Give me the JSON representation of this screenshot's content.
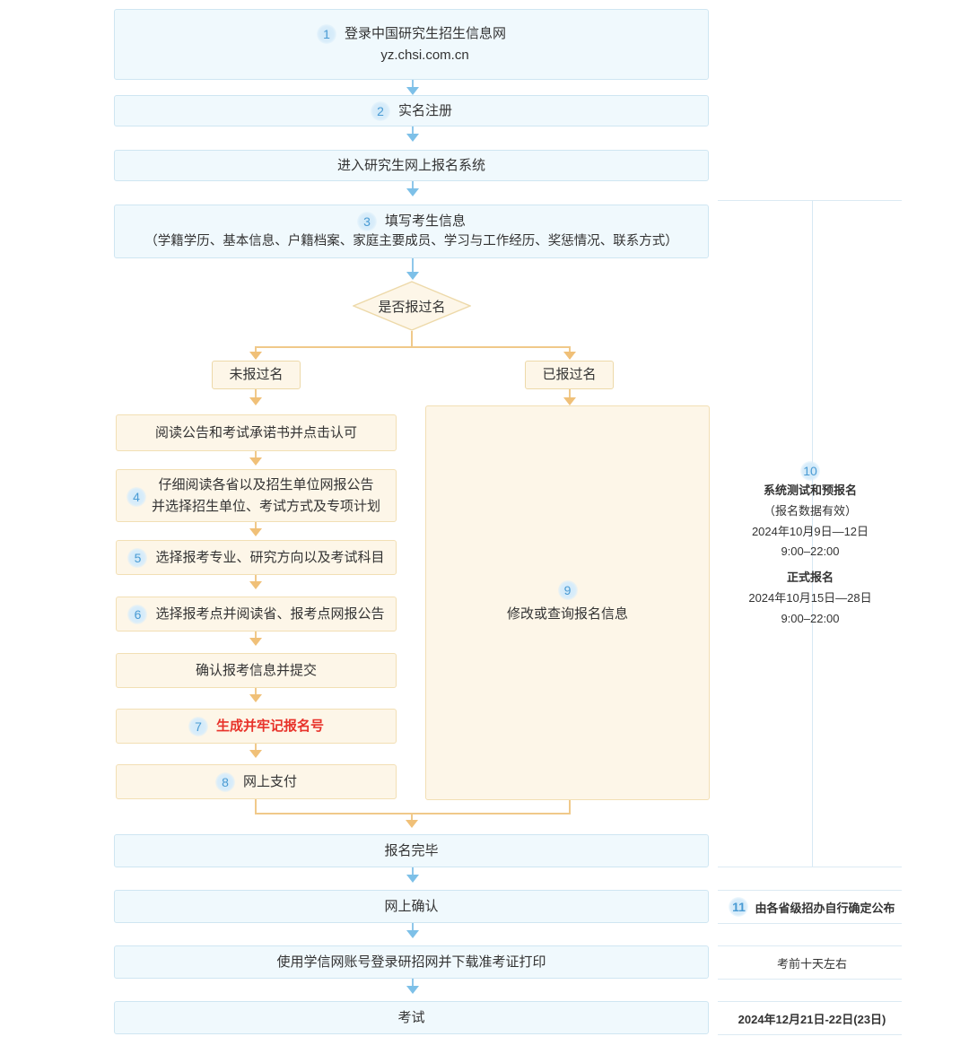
{
  "flow": {
    "main_steps": [
      {
        "num": "1",
        "lines": [
          "登录中国研究生招生信息网",
          "yz.chsi.com.cn"
        ]
      },
      {
        "num": "2",
        "lines": [
          "实名注册"
        ]
      },
      {
        "num": "",
        "lines": [
          "进入研究生网上报名系统"
        ]
      },
      {
        "num": "3",
        "lines": [
          "填写考生信息",
          "（学籍学历、基本信息、户籍档案、家庭主要成员、学习与工作经历、奖惩情况、联系方式）"
        ]
      }
    ],
    "decision": {
      "label": "是否报过名"
    },
    "branches": {
      "left_label": "未报过名",
      "right_label": "已报过名"
    },
    "left_steps": [
      {
        "num": "",
        "lines": [
          "阅读公告和考试承诺书并点击认可"
        ],
        "red": false
      },
      {
        "num": "4",
        "lines": [
          "仔细阅读各省以及招生单位网报公告",
          "并选择招生单位、考试方式及专项计划"
        ],
        "red": false
      },
      {
        "num": "5",
        "lines": [
          "选择报考专业、研究方向以及考试科目"
        ],
        "red": false
      },
      {
        "num": "6",
        "lines": [
          "选择报考点并阅读省、报考点网报公告"
        ],
        "red": false
      },
      {
        "num": "",
        "lines": [
          "确认报考信息并提交"
        ],
        "red": false
      },
      {
        "num": "7",
        "lines": [
          "生成并牢记报名号"
        ],
        "red": true
      },
      {
        "num": "8",
        "lines": [
          "网上支付"
        ],
        "red": false
      }
    ],
    "right_step": {
      "num": "9",
      "lines": [
        "修改或查询报名信息"
      ]
    },
    "tail_steps": [
      {
        "num": "",
        "lines": [
          "报名完毕"
        ]
      },
      {
        "num": "",
        "lines": [
          "网上确认"
        ]
      },
      {
        "num": "",
        "lines": [
          "使用学信网账号登录研招网并下载准考证打印"
        ]
      },
      {
        "num": "",
        "lines": [
          "考试"
        ]
      }
    ]
  },
  "annotations": {
    "schedule": {
      "num": "10",
      "pre_title": "系统测试和预报名",
      "pre_note": "（报名数据有效）",
      "pre_date": "2024年10月9日—12日",
      "pre_time": "9:00–22:00",
      "formal_title": "正式报名",
      "formal_date": "2024年10月15日—28日",
      "formal_time": "9:00–22:00"
    },
    "confirm": {
      "num": "11",
      "text": "由各省级招办自行确定公布"
    },
    "ticket": {
      "num": "",
      "text": "考前十天左右"
    },
    "exam": {
      "num": "",
      "text": "2024年12月21日-22日(23日)"
    }
  },
  "colors": {
    "blue_fill": "#f0f9fd",
    "blue_border": "#cfe6f2",
    "orange_fill": "#fdf6e8",
    "orange_border": "#f2dfb4",
    "arrow_blue": "#7dc0e8",
    "arrow_orange": "#f0c078",
    "badge_text": "#4a9bd4",
    "highlight_red": "#e8322a"
  }
}
